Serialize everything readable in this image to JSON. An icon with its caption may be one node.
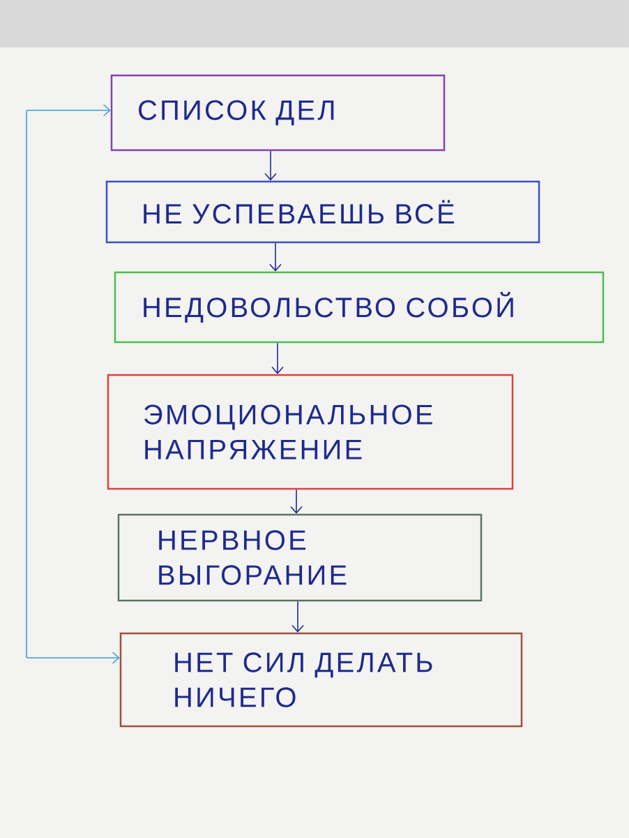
{
  "diagram": {
    "nodes": [
      {
        "text": [
          "СПИСОК ДЕЛ"
        ]
      },
      {
        "text": [
          "НЕ УСПЕВАЕШЬ ВСЁ"
        ]
      },
      {
        "text": [
          "НЕДОВОЛЬСТВО СОБОЙ"
        ]
      },
      {
        "text": [
          "ЭМОЦИОНАЛЬНОЕ НАПРЯЖЕНИЕ"
        ]
      },
      {
        "text": [
          "НЕРВНОЕ ВЫГОРАНИЕ"
        ]
      },
      {
        "text": [
          "НЕТ СИЛ ДЕЛАТЬ НИЧЕГО"
        ]
      }
    ],
    "edges": [
      {
        "from": 0,
        "to": 1,
        "arrow": "to"
      },
      {
        "from": 1,
        "to": 2,
        "arrow": "to"
      },
      {
        "from": 2,
        "to": 3,
        "arrow": "to"
      },
      {
        "from": 3,
        "to": 4,
        "arrow": "to"
      },
      {
        "from": 4,
        "to": 5,
        "arrow": "to"
      },
      {
        "from": 5,
        "to": 0,
        "arrow": "both",
        "color": "#3a9fd9"
      }
    ]
  }
}
